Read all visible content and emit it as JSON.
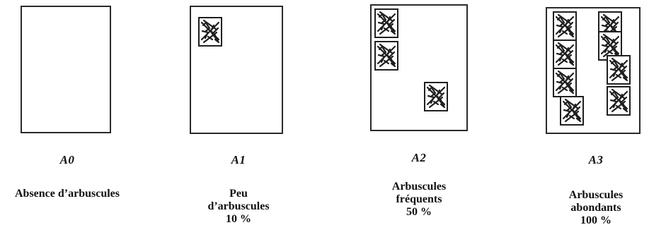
{
  "panels": [
    {
      "code": "A0",
      "description": "Absence d’arbuscules",
      "percent": ""
    },
    {
      "code": "A1",
      "description": "Peu d’arbuscules",
      "percent": "10 %"
    },
    {
      "code": "A2",
      "description": "Arbuscules fréquents",
      "percent": "50 %"
    },
    {
      "code": "A3",
      "description": "Arbuscules abondants",
      "percent": "100 %"
    }
  ],
  "colors": {
    "stroke": "#1f1f1f",
    "background": "#ffffff"
  },
  "icon": "arbuscule-icon"
}
